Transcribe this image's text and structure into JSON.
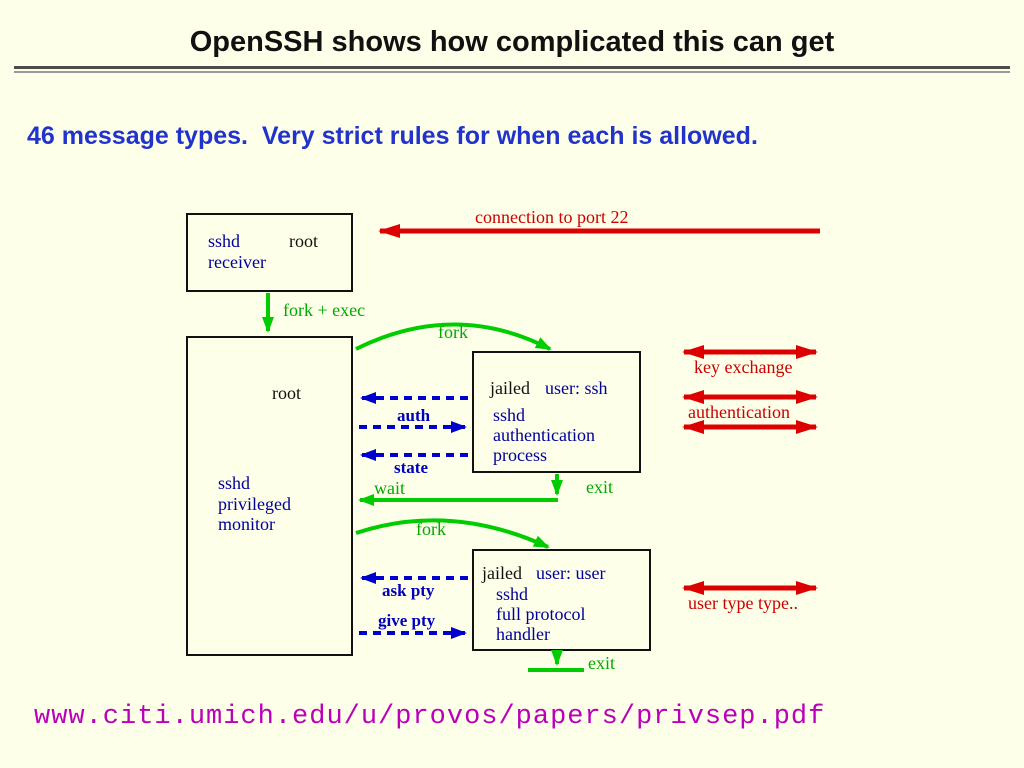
{
  "slide": {
    "title": "OpenSSH shows how complicated this can get",
    "subtitle": "46 message types.  Very strict rules for when each is allowed.",
    "footer_url": "www.citi.umich.edu/u/provos/papers/privsep.pdf"
  },
  "colors": {
    "background": "#feffe9",
    "title_text": "#111111",
    "subtitle_blue": "#2233cc",
    "arrow_red": "#dd0000",
    "arrow_green": "#00cc00",
    "arrow_blue": "#0000cc",
    "box_text_navy": "#000099",
    "footer_magenta": "#bb00bb"
  },
  "diagram": {
    "labels": {
      "connection": "connection to port 22",
      "fork_exec": "fork + exec",
      "fork1": "fork",
      "fork2": "fork",
      "auth": "auth",
      "state": "state",
      "wait": "wait",
      "exit1": "exit",
      "exit2": "exit",
      "ask_pty": "ask pty",
      "give_pty": "give pty",
      "key_exchange": "key exchange",
      "authentication": "authentication",
      "user_type": "user type type.."
    },
    "receiver_box": {
      "proc": "sshd",
      "user": "root",
      "role": "receiver"
    },
    "monitor_box": {
      "user": "root",
      "l1": "sshd",
      "l2": "privileged",
      "l3": "monitor"
    },
    "auth_box": {
      "jailed": "jailed",
      "user": "user: ssh",
      "l1": "sshd",
      "l2": "authentication",
      "l3": "process"
    },
    "user_box": {
      "jailed": "jailed",
      "user": "user: user",
      "l1": "sshd",
      "l2": "full protocol",
      "l3": "handler"
    }
  }
}
